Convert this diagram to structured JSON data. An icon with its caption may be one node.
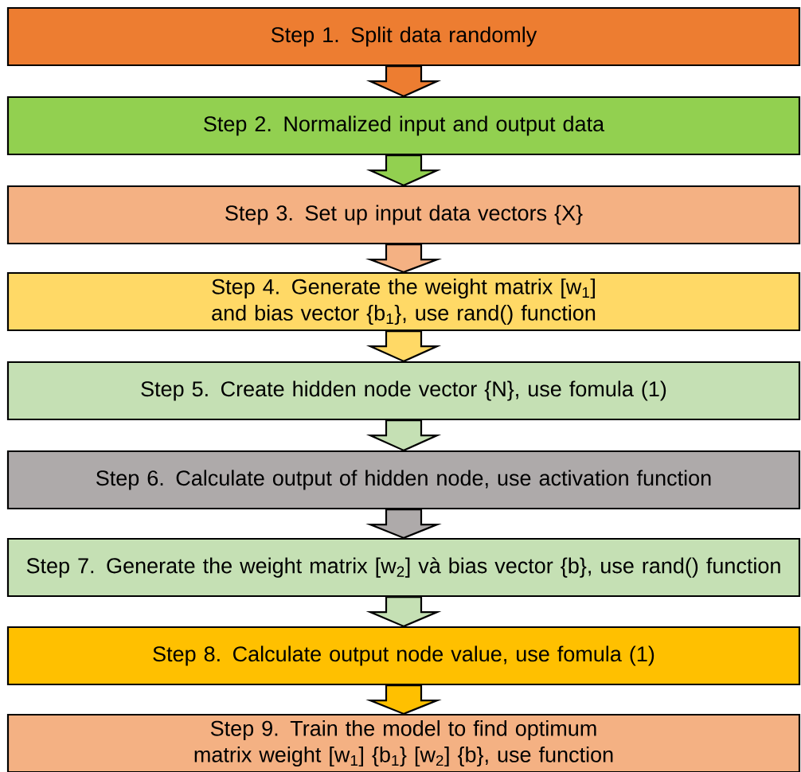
{
  "diagram": {
    "nodes": [
      {
        "text": [
          "Step 1. Split data randomly"
        ]
      },
      {
        "text": [
          "Step 2. Normalized input and output data"
        ]
      },
      {
        "text": [
          "Step 3. Set up input data vectors {X}"
        ]
      },
      {
        "text": [
          "Step 4. Generate the weight matrix [w$_{1}$] and bias vector {b$_{1}$}, use rand() function"
        ]
      },
      {
        "text": [
          "Step 5. Create hidden node vector {N}, use fomula (1)"
        ]
      },
      {
        "text": [
          "Step 6. Calculate output of hidden node, use activation function"
        ]
      },
      {
        "text": [
          "Step 7. Generate the weight matrix [w$_{2}$] và bias vector {b}, use rand() function"
        ]
      },
      {
        "text": [
          "Step 8. Calculate output node value, use fomula (1)"
        ]
      },
      {
        "text": [
          "Step 9. Train the model to find optimum matrix weight [w$_{1}$] {b$_{1}$} [w$_{2}$] {b}, use function"
        ]
      }
    ],
    "edges": [
      {
        "from": 0,
        "to": 1,
        "arrow": "to"
      },
      {
        "from": 1,
        "to": 2,
        "arrow": "to"
      },
      {
        "from": 2,
        "to": 3,
        "arrow": "to"
      },
      {
        "from": 3,
        "to": 4,
        "arrow": "to"
      },
      {
        "from": 4,
        "to": 5,
        "arrow": "to"
      },
      {
        "from": 5,
        "to": 6,
        "arrow": "to"
      },
      {
        "from": 6,
        "to": 7,
        "arrow": "to"
      },
      {
        "from": 7,
        "to": 8,
        "arrow": "to"
      }
    ]
  }
}
